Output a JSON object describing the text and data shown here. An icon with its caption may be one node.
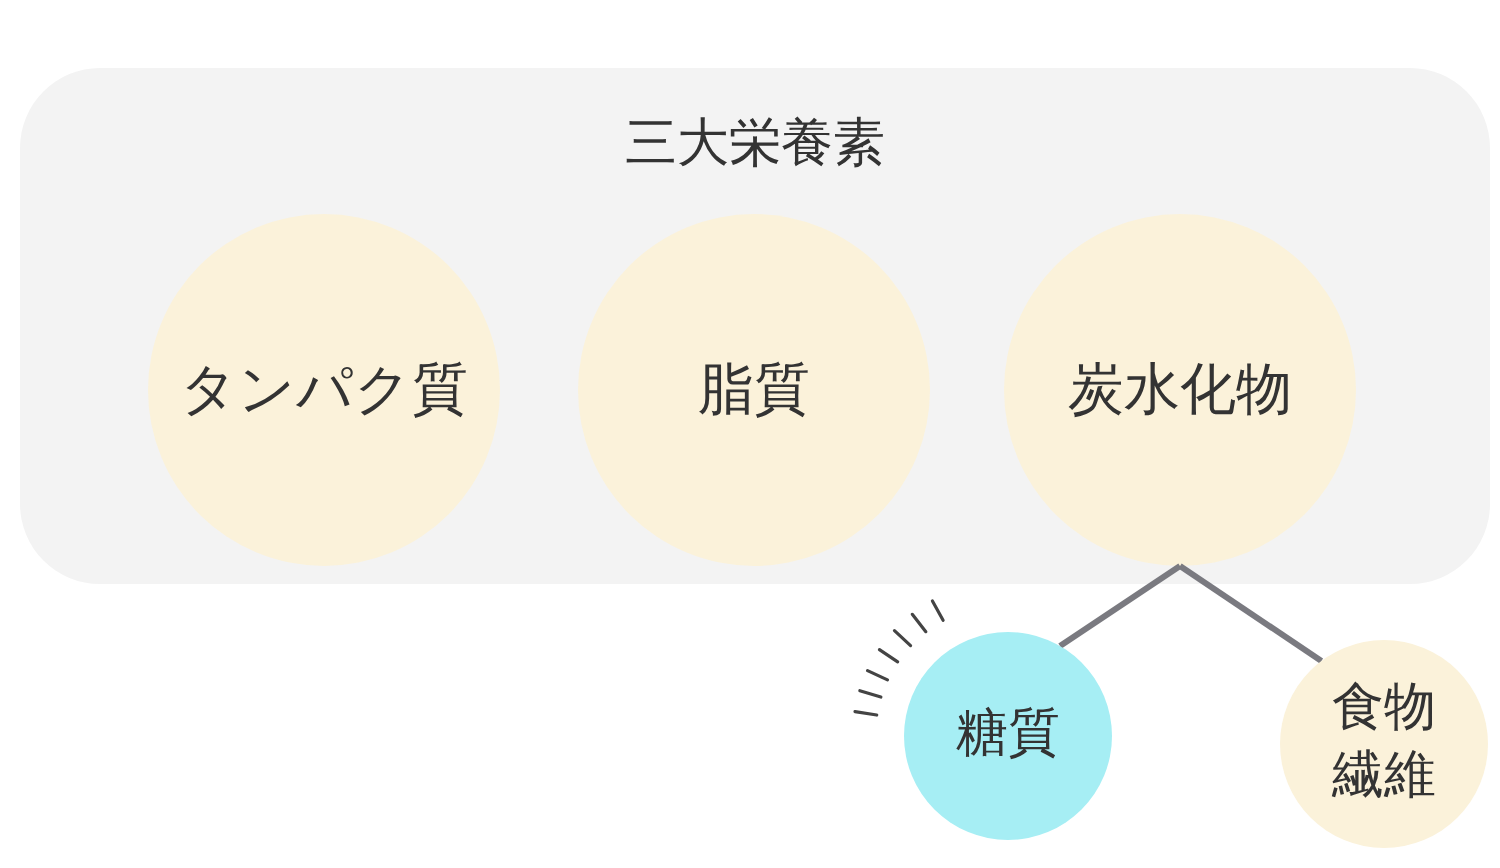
{
  "diagram": {
    "nodes": [
      {
        "text": [
          "三大栄養素"
        ]
      },
      {
        "text": [
          "タンパク質"
        ],
        "in": 0
      },
      {
        "text": [
          "脂質"
        ],
        "in": 0
      },
      {
        "text": [
          "炭水化物"
        ],
        "in": 0
      },
      {
        "text": [
          "糖質"
        ]
      },
      {
        "text": [
          "食物繊維"
        ]
      }
    ],
    "edges": [
      {
        "from": 3,
        "to": 4,
        "arrow": "none"
      },
      {
        "from": 3,
        "to": 5,
        "arrow": "none"
      }
    ]
  }
}
